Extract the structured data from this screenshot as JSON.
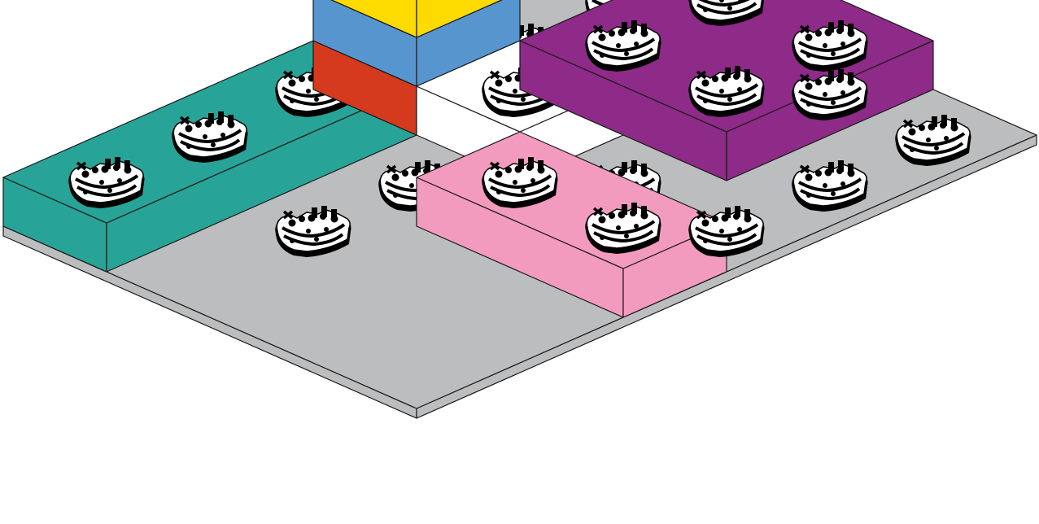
{
  "colors": {
    "base": "#bcbdbe",
    "teal": "#27a497",
    "red": "#d5391e",
    "blue": "#5795cf",
    "yellow": "#fedb00",
    "white": "#ffffff",
    "pink": "#f29bbf",
    "purple": "#8e2a88",
    "outline": "#1a1a1a"
  },
  "stud_icon": "crown-stud-icon",
  "baseplate": {
    "color_key": "base",
    "grid_cols": 6,
    "grid_rows": 4
  },
  "bricks": [
    {
      "name": "teal-brick",
      "color_key": "teal",
      "span_cols": 1,
      "span_rows": 3,
      "stack_level": 1
    },
    {
      "name": "red-brick",
      "color_key": "red",
      "span_cols": 1,
      "span_rows": 1,
      "stack_level": 1
    },
    {
      "name": "blue-brick",
      "color_key": "blue",
      "span_cols": 1,
      "span_rows": 1,
      "stack_level": 2
    },
    {
      "name": "yellow-brick",
      "color_key": "yellow",
      "span_cols": 1,
      "span_rows": 1,
      "stack_level": 3
    },
    {
      "name": "white-brick",
      "color_key": "white",
      "span_cols": 1,
      "span_rows": 2,
      "stack_level": 1
    },
    {
      "name": "pink-brick",
      "color_key": "pink",
      "span_cols": 2,
      "span_rows": 1,
      "stack_level": 1
    },
    {
      "name": "purple-brick",
      "color_key": "purple",
      "span_cols": 2,
      "span_rows": 2,
      "stack_level": 1
    }
  ]
}
